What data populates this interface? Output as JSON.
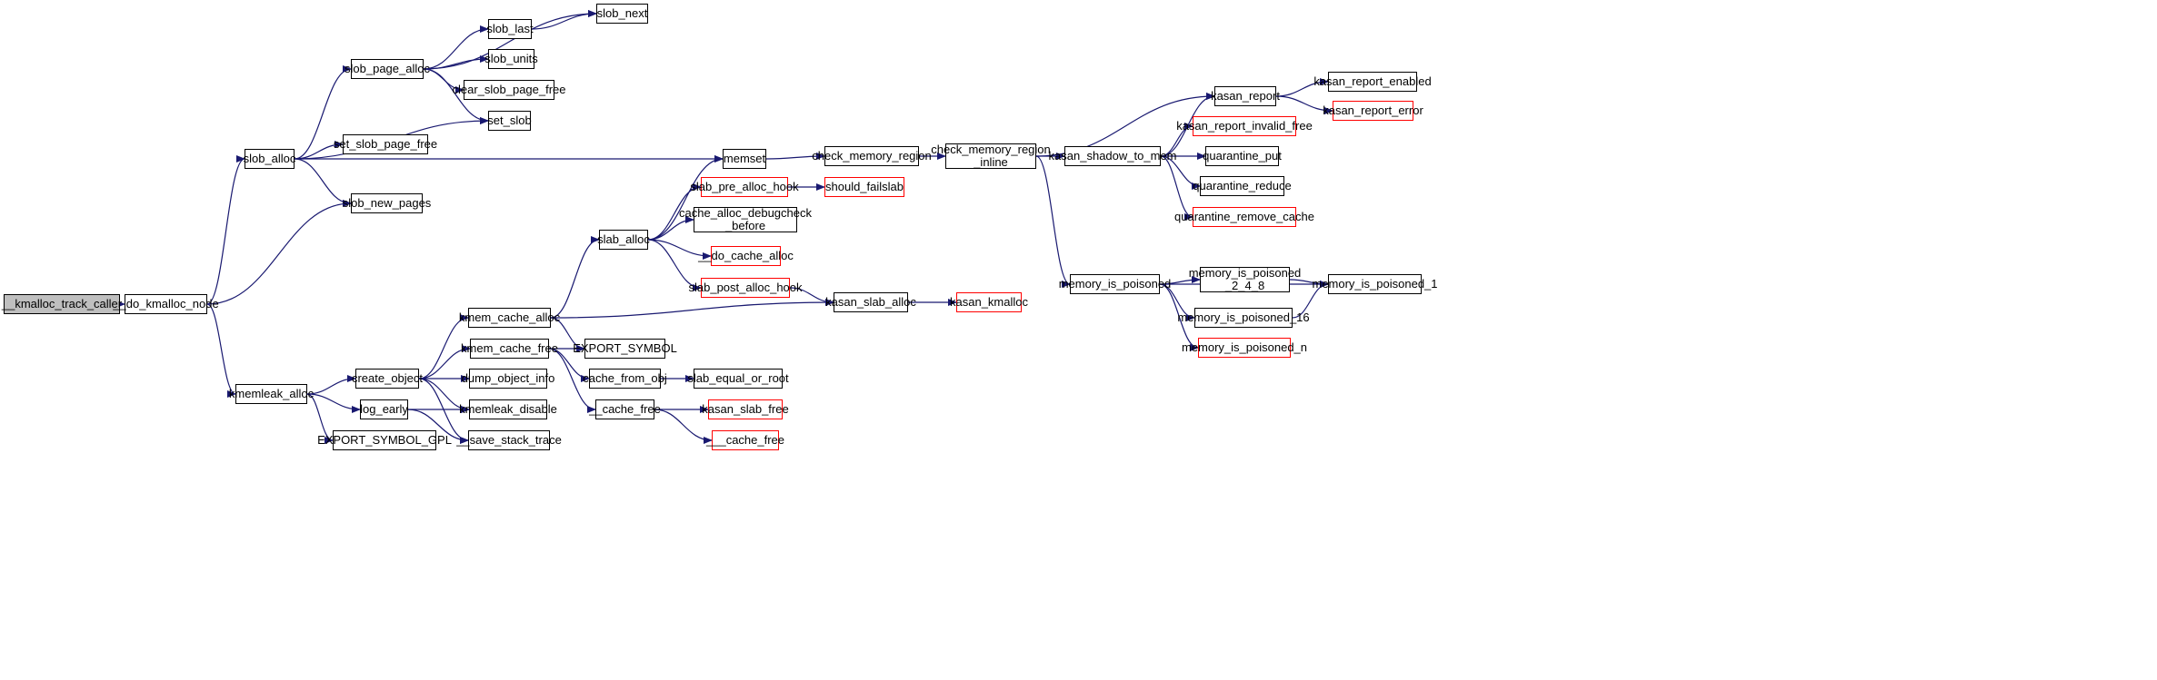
{
  "colors": {
    "edge": "#191970",
    "root_fill": "#bfbfbf",
    "truncated_border": "#ff0000",
    "border": "#000000"
  },
  "nodes": [
    {
      "id": "kmalloc_track_caller",
      "label": "__kmalloc_track_caller",
      "style": "root"
    },
    {
      "id": "do_kmalloc_node",
      "label": "__do_kmalloc_node",
      "style": "normal"
    },
    {
      "id": "slob_alloc",
      "label": "slob_alloc",
      "style": "normal"
    },
    {
      "id": "kmemleak_alloc",
      "label": "kmemleak_alloc",
      "style": "normal"
    },
    {
      "id": "slob_new_pages",
      "label": "slob_new_pages",
      "style": "normal"
    },
    {
      "id": "slob_page_alloc",
      "label": "slob_page_alloc",
      "style": "normal"
    },
    {
      "id": "set_slob",
      "label": "set_slob",
      "style": "normal"
    },
    {
      "id": "set_slob_page_free",
      "label": "set_slob_page_free",
      "style": "normal"
    },
    {
      "id": "memset",
      "label": "memset",
      "style": "normal"
    },
    {
      "id": "slob_last",
      "label": "slob_last",
      "style": "normal"
    },
    {
      "id": "slob_next",
      "label": "slob_next",
      "style": "normal"
    },
    {
      "id": "slob_units",
      "label": "slob_units",
      "style": "normal"
    },
    {
      "id": "clear_slob_page_free",
      "label": "clear_slob_page_free",
      "style": "normal"
    },
    {
      "id": "check_memory_region",
      "label": "check_memory_region",
      "style": "normal"
    },
    {
      "id": "check_memory_region_inline",
      "label": "check_memory_region\n_inline",
      "style": "normal"
    },
    {
      "id": "kasan_shadow_to_mem",
      "label": "kasan_shadow_to_mem",
      "style": "normal"
    },
    {
      "id": "kasan_report",
      "label": "kasan_report",
      "style": "normal"
    },
    {
      "id": "kasan_report_enabled",
      "label": "kasan_report_enabled",
      "style": "normal"
    },
    {
      "id": "kasan_report_error",
      "label": "kasan_report_error",
      "style": "red"
    },
    {
      "id": "kasan_report_invalid_free",
      "label": "kasan_report_invalid_free",
      "style": "red"
    },
    {
      "id": "quarantine_put",
      "label": "quarantine_put",
      "style": "normal"
    },
    {
      "id": "quarantine_reduce",
      "label": "quarantine_reduce",
      "style": "normal"
    },
    {
      "id": "quarantine_remove_cache",
      "label": "quarantine_remove_cache",
      "style": "red"
    },
    {
      "id": "memory_is_poisoned",
      "label": "memory_is_poisoned",
      "style": "normal"
    },
    {
      "id": "memory_is_poisoned_2_4_8",
      "label": "memory_is_poisoned\n_2_4_8",
      "style": "normal"
    },
    {
      "id": "memory_is_poisoned_1",
      "label": "memory_is_poisoned_1",
      "style": "normal"
    },
    {
      "id": "memory_is_poisoned_16",
      "label": "memory_is_poisoned_16",
      "style": "normal"
    },
    {
      "id": "memory_is_poisoned_n",
      "label": "memory_is_poisoned_n",
      "style": "red"
    },
    {
      "id": "slab_pre_alloc_hook",
      "label": "slab_pre_alloc_hook",
      "style": "red"
    },
    {
      "id": "should_failslab",
      "label": "should_failslab",
      "style": "red"
    },
    {
      "id": "cache_alloc_debugcheck_before",
      "label": "cache_alloc_debugcheck\n_before",
      "style": "normal"
    },
    {
      "id": "slab_alloc",
      "label": "slab_alloc",
      "style": "normal"
    },
    {
      "id": "do_cache_alloc",
      "label": "__do_cache_alloc",
      "style": "red"
    },
    {
      "id": "slab_post_alloc_hook",
      "label": "slab_post_alloc_hook",
      "style": "red"
    },
    {
      "id": "kasan_slab_alloc",
      "label": "kasan_slab_alloc",
      "style": "normal"
    },
    {
      "id": "kasan_kmalloc",
      "label": "kasan_kmalloc",
      "style": "red"
    },
    {
      "id": "kmem_cache_alloc",
      "label": "kmem_cache_alloc",
      "style": "normal"
    },
    {
      "id": "kmem_cache_free",
      "label": "kmem_cache_free",
      "style": "normal"
    },
    {
      "id": "EXPORT_SYMBOL",
      "label": "EXPORT_SYMBOL",
      "style": "normal"
    },
    {
      "id": "create_object",
      "label": "create_object",
      "style": "normal"
    },
    {
      "id": "dump_object_info",
      "label": "dump_object_info",
      "style": "normal"
    },
    {
      "id": "cache_from_obj",
      "label": "cache_from_obj",
      "style": "normal"
    },
    {
      "id": "slab_equal_or_root",
      "label": "slab_equal_or_root",
      "style": "normal"
    },
    {
      "id": "log_early",
      "label": "log_early",
      "style": "normal"
    },
    {
      "id": "kmemleak_disable",
      "label": "kmemleak_disable",
      "style": "normal"
    },
    {
      "id": "cache_free",
      "label": "__cache_free",
      "style": "normal"
    },
    {
      "id": "kasan_slab_free",
      "label": "kasan_slab_free",
      "style": "red"
    },
    {
      "id": "___cache_free",
      "label": "___cache_free",
      "style": "red"
    },
    {
      "id": "EXPORT_SYMBOL_GPL",
      "label": "EXPORT_SYMBOL_GPL",
      "style": "normal"
    },
    {
      "id": "save_stack_trace",
      "label": "__save_stack_trace",
      "style": "normal"
    }
  ],
  "edges": [
    [
      "kmalloc_track_caller",
      "do_kmalloc_node"
    ],
    [
      "do_kmalloc_node",
      "slob_alloc"
    ],
    [
      "do_kmalloc_node",
      "slob_new_pages"
    ],
    [
      "do_kmalloc_node",
      "kmemleak_alloc"
    ],
    [
      "slob_alloc",
      "slob_page_alloc"
    ],
    [
      "slob_alloc",
      "set_slob"
    ],
    [
      "slob_alloc",
      "set_slob_page_free"
    ],
    [
      "slob_alloc",
      "memset"
    ],
    [
      "slob_alloc",
      "slob_new_pages"
    ],
    [
      "slob_page_alloc",
      "slob_next"
    ],
    [
      "slob_page_alloc",
      "slob_last"
    ],
    [
      "slob_page_alloc",
      "slob_units"
    ],
    [
      "slob_page_alloc",
      "clear_slob_page_free"
    ],
    [
      "slob_page_alloc",
      "set_slob"
    ],
    [
      "slob_last",
      "slob_next"
    ],
    [
      "memset",
      "check_memory_region"
    ],
    [
      "check_memory_region",
      "check_memory_region_inline"
    ],
    [
      "check_memory_region_inline",
      "kasan_report"
    ],
    [
      "check_memory_region_inline",
      "kasan_shadow_to_mem"
    ],
    [
      "check_memory_region_inline",
      "memory_is_poisoned"
    ],
    [
      "kasan_shadow_to_mem",
      "kasan_report"
    ],
    [
      "kasan_shadow_to_mem",
      "kasan_report_invalid_free"
    ],
    [
      "kasan_shadow_to_mem",
      "quarantine_put"
    ],
    [
      "kasan_shadow_to_mem",
      "quarantine_reduce"
    ],
    [
      "kasan_shadow_to_mem",
      "quarantine_remove_cache"
    ],
    [
      "kasan_report",
      "kasan_report_enabled"
    ],
    [
      "kasan_report",
      "kasan_report_error"
    ],
    [
      "memory_is_poisoned",
      "memory_is_poisoned_2_4_8"
    ],
    [
      "memory_is_poisoned",
      "memory_is_poisoned_1"
    ],
    [
      "memory_is_poisoned",
      "memory_is_poisoned_16"
    ],
    [
      "memory_is_poisoned",
      "memory_is_poisoned_n"
    ],
    [
      "memory_is_poisoned_2_4_8",
      "memory_is_poisoned_1"
    ],
    [
      "memory_is_poisoned_16",
      "memory_is_poisoned_1"
    ],
    [
      "kmemleak_alloc",
      "create_object"
    ],
    [
      "kmemleak_alloc",
      "log_early"
    ],
    [
      "kmemleak_alloc",
      "EXPORT_SYMBOL_GPL"
    ],
    [
      "create_object",
      "kmem_cache_alloc"
    ],
    [
      "create_object",
      "kmem_cache_free"
    ],
    [
      "create_object",
      "dump_object_info"
    ],
    [
      "create_object",
      "kmemleak_disable"
    ],
    [
      "create_object",
      "save_stack_trace"
    ],
    [
      "log_early",
      "kmemleak_disable"
    ],
    [
      "log_early",
      "save_stack_trace"
    ],
    [
      "kmem_cache_alloc",
      "slab_alloc"
    ],
    [
      "kmem_cache_alloc",
      "kasan_slab_alloc"
    ],
    [
      "kmem_cache_alloc",
      "EXPORT_SYMBOL"
    ],
    [
      "kmem_cache_free",
      "EXPORT_SYMBOL"
    ],
    [
      "kmem_cache_free",
      "cache_from_obj"
    ],
    [
      "kmem_cache_free",
      "cache_free"
    ],
    [
      "cache_from_obj",
      "slab_equal_or_root"
    ],
    [
      "cache_free",
      "kasan_slab_free"
    ],
    [
      "cache_free",
      "___cache_free"
    ],
    [
      "slab_alloc",
      "memset"
    ],
    [
      "slab_alloc",
      "slab_pre_alloc_hook"
    ],
    [
      "slab_alloc",
      "cache_alloc_debugcheck_before"
    ],
    [
      "slab_alloc",
      "do_cache_alloc"
    ],
    [
      "slab_alloc",
      "slab_post_alloc_hook"
    ],
    [
      "slab_pre_alloc_hook",
      "should_failslab"
    ],
    [
      "slab_post_alloc_hook",
      "kasan_slab_alloc"
    ],
    [
      "kasan_slab_alloc",
      "kasan_kmalloc"
    ]
  ]
}
